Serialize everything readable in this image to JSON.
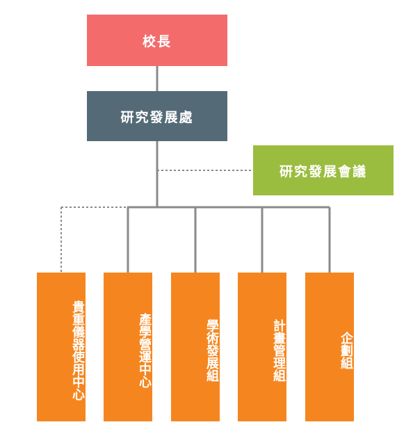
{
  "org_chart": {
    "root": {
      "label": "校長",
      "color": "#f36b6b"
    },
    "office": {
      "label": "研究發展處",
      "color": "#546b77"
    },
    "council": {
      "label": "研究發展會議",
      "color": "#9bbd3f"
    },
    "units": [
      {
        "label": "貴重儀器使用中心",
        "color": "#f5861f"
      },
      {
        "label": "產學營運中心",
        "color": "#f5861f"
      },
      {
        "label": "學術發展組",
        "color": "#f5861f"
      },
      {
        "label": "計畫管理組",
        "color": "#f5861f"
      },
      {
        "label": "企劃組",
        "color": "#f5861f"
      }
    ],
    "line_color": "#8a8a8a"
  }
}
